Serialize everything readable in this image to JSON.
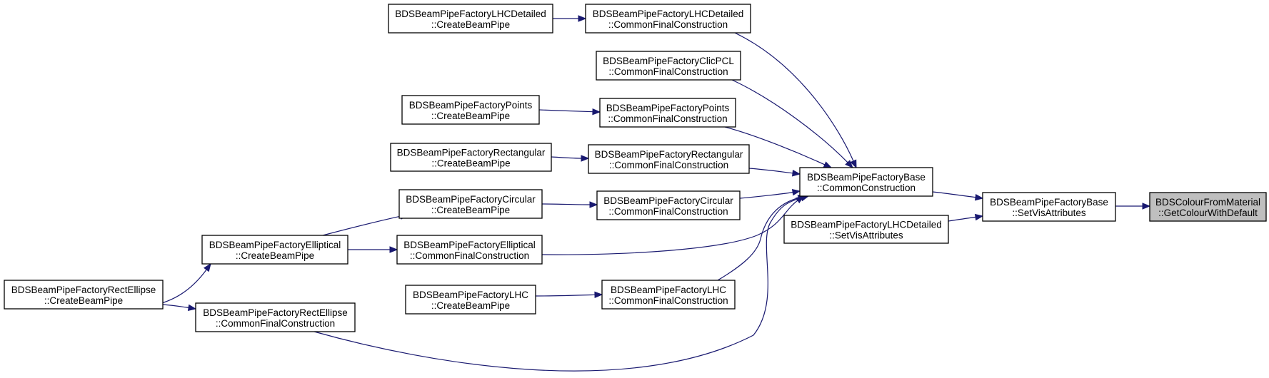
{
  "diagram": {
    "accent_color": "#191970",
    "highlight_fill": "#bfbfbf",
    "nodes": [
      {
        "id": "n0",
        "line1": "BDSColourFromMaterial",
        "line2": "::GetColourWithDefault",
        "highlight": true
      },
      {
        "id": "n1",
        "line1": "BDSBeamPipeFactoryBase",
        "line2": "::SetVisAttributes"
      },
      {
        "id": "n2",
        "line1": "BDSBeamPipeFactoryBase",
        "line2": "::CommonConstruction"
      },
      {
        "id": "n3",
        "line1": "BDSBeamPipeFactoryLHCDetailed",
        "line2": "::SetVisAttributes"
      },
      {
        "id": "n4",
        "line1": "BDSBeamPipeFactoryLHCDetailed",
        "line2": "::CommonFinalConstruction"
      },
      {
        "id": "n5",
        "line1": "BDSBeamPipeFactoryClicPCL",
        "line2": "::CommonFinalConstruction"
      },
      {
        "id": "n6",
        "line1": "BDSBeamPipeFactoryPoints",
        "line2": "::CommonFinalConstruction"
      },
      {
        "id": "n7",
        "line1": "BDSBeamPipeFactoryRectangular",
        "line2": "::CommonFinalConstruction"
      },
      {
        "id": "n8",
        "line1": "BDSBeamPipeFactoryCircular",
        "line2": "::CommonFinalConstruction"
      },
      {
        "id": "n9",
        "line1": "BDSBeamPipeFactoryElliptical",
        "line2": "::CommonFinalConstruction"
      },
      {
        "id": "n10",
        "line1": "BDSBeamPipeFactoryLHC",
        "line2": "::CommonFinalConstruction"
      },
      {
        "id": "n11",
        "line1": "BDSBeamPipeFactoryRectEllipse",
        "line2": "::CommonFinalConstruction"
      },
      {
        "id": "n12",
        "line1": "BDSBeamPipeFactoryLHCDetailed",
        "line2": "::CreateBeamPipe"
      },
      {
        "id": "n13",
        "line1": "BDSBeamPipeFactoryPoints",
        "line2": "::CreateBeamPipe"
      },
      {
        "id": "n14",
        "line1": "BDSBeamPipeFactoryRectangular",
        "line2": "::CreateBeamPipe"
      },
      {
        "id": "n15",
        "line1": "BDSBeamPipeFactoryCircular",
        "line2": "::CreateBeamPipe"
      },
      {
        "id": "n16",
        "line1": "BDSBeamPipeFactoryElliptical",
        "line2": "::CreateBeamPipe"
      },
      {
        "id": "n17",
        "line1": "BDSBeamPipeFactoryLHC",
        "line2": "::CreateBeamPipe"
      },
      {
        "id": "n18",
        "line1": "BDSBeamPipeFactoryRectEllipse",
        "line2": "::CreateBeamPipe"
      }
    ],
    "edges": [
      {
        "from": "n1",
        "to": "n0"
      },
      {
        "from": "n2",
        "to": "n1"
      },
      {
        "from": "n3",
        "to": "n1"
      },
      {
        "from": "n4",
        "to": "n2"
      },
      {
        "from": "n5",
        "to": "n2"
      },
      {
        "from": "n6",
        "to": "n2"
      },
      {
        "from": "n7",
        "to": "n2"
      },
      {
        "from": "n8",
        "to": "n2"
      },
      {
        "from": "n9",
        "to": "n2"
      },
      {
        "from": "n10",
        "to": "n2"
      },
      {
        "from": "n11",
        "to": "n2"
      },
      {
        "from": "n12",
        "to": "n4"
      },
      {
        "from": "n13",
        "to": "n6"
      },
      {
        "from": "n14",
        "to": "n7"
      },
      {
        "from": "n15",
        "to": "n8"
      },
      {
        "from": "n16",
        "to": "n15"
      },
      {
        "from": "n16",
        "to": "n9"
      },
      {
        "from": "n18",
        "to": "n16"
      },
      {
        "from": "n17",
        "to": "n10"
      },
      {
        "from": "n18",
        "to": "n11"
      }
    ]
  }
}
